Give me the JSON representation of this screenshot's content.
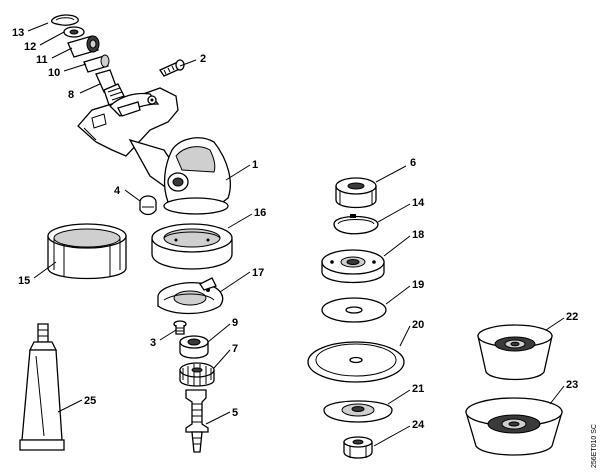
{
  "parts": [
    {
      "id": "p13",
      "number": "13"
    },
    {
      "id": "p12",
      "number": "12"
    },
    {
      "id": "p11",
      "number": "11"
    },
    {
      "id": "p10",
      "number": "10"
    },
    {
      "id": "p8",
      "number": "8"
    },
    {
      "id": "p2",
      "number": "2"
    },
    {
      "id": "p1",
      "number": "1"
    },
    {
      "id": "p4",
      "number": "4"
    },
    {
      "id": "p16",
      "number": "16"
    },
    {
      "id": "p15",
      "number": "15"
    },
    {
      "id": "p17",
      "number": "17"
    },
    {
      "id": "p3",
      "number": "3"
    },
    {
      "id": "p9",
      "number": "9"
    },
    {
      "id": "p7",
      "number": "7"
    },
    {
      "id": "p5",
      "number": "5"
    },
    {
      "id": "p25",
      "number": "25"
    },
    {
      "id": "p6",
      "number": "6"
    },
    {
      "id": "p14",
      "number": "14"
    },
    {
      "id": "p18",
      "number": "18"
    },
    {
      "id": "p19",
      "number": "19"
    },
    {
      "id": "p20",
      "number": "20"
    },
    {
      "id": "p21",
      "number": "21"
    },
    {
      "id": "p24",
      "number": "24"
    },
    {
      "id": "p22",
      "number": "22"
    },
    {
      "id": "p23",
      "number": "23"
    }
  ],
  "drawing_code": "256ET010 SC"
}
